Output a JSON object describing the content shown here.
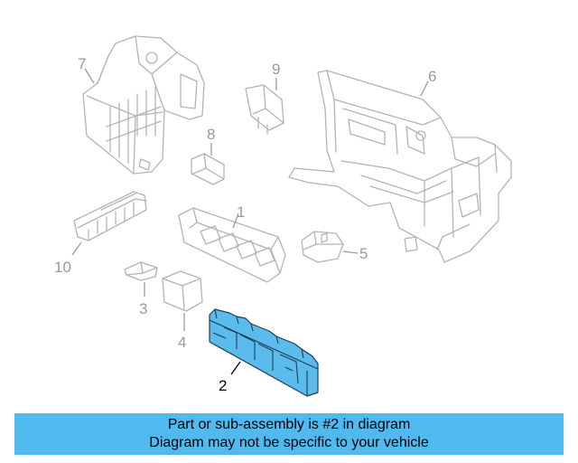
{
  "diagram": {
    "callouts": {
      "c1": "1",
      "c2": "2",
      "c3": "3",
      "c4": "4",
      "c5": "5",
      "c6": "6",
      "c7": "7",
      "c8": "8",
      "c9": "9",
      "c10": "10"
    },
    "highlighted_part": "2",
    "colors": {
      "highlight": "#5bbbec",
      "highlight_outline": "#1c3e55",
      "ghost_parts": "#b3b3b3",
      "banner": "#4fb9f0"
    }
  },
  "banner": {
    "line1": "Part or sub-assembly is #2 in diagram",
    "line2": "Diagram may not be specific to your vehicle"
  }
}
